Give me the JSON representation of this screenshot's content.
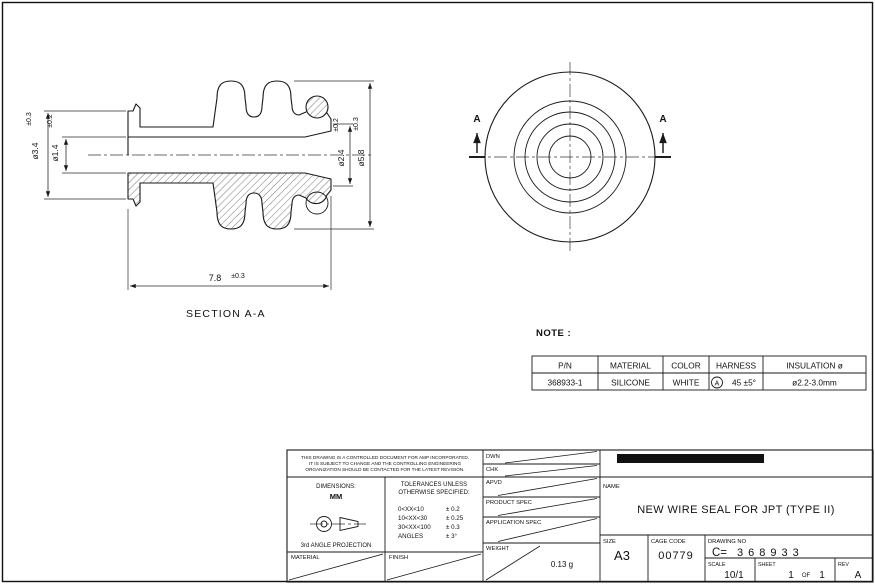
{
  "sheet": {
    "section": {
      "label": "SECTION A-A",
      "dims": {
        "flange_od": {
          "v": "ø3.4",
          "t": "±0.3"
        },
        "bore": {
          "v": "ø1.4",
          "t": "±0.2"
        },
        "neck_od": {
          "v": "ø2.4",
          "t": "±0.2"
        },
        "rib_od": {
          "v": "ø5.8",
          "t": "±0.3"
        },
        "length": {
          "v": "7.8",
          "t": "±0.3"
        }
      }
    },
    "end_view": {
      "cut_label": "A"
    },
    "note": {
      "label": "NOTE :",
      "table": {
        "headers": [
          "P/N",
          "MATERIAL",
          "COLOR",
          "HARNESS",
          "INSULATION ø"
        ],
        "row": {
          "pn": "368933-1",
          "material": "SILICONE",
          "color": "WHITE",
          "harness_symbol": "A",
          "harness": "45 ±5°",
          "insulation": "ø2.2-3.0mm"
        }
      }
    },
    "title_block": {
      "notice_lines": [
        "THIS DRAWING IS A CONTROLLED DOCUMENT FOR AMP INCORPORATED.",
        "IT IS SUBJECT TO CHANGE AND THE CONTROLLING ENGINEERING",
        "ORGANIZATION SHOULD BE CONTACTED FOR THE LATEST REVISION."
      ],
      "dimensions_label": "DIMENSIONS:",
      "dimensions_unit": "MM",
      "tolerances_title_1": "TOLERANCES UNLESS",
      "tolerances_title_2": "OTHERWISE SPECIFIED:",
      "tolerance_ranges": [
        "0<XX<10",
        "10<XX<30",
        "30<XX<100",
        "ANGLES"
      ],
      "tolerance_values": [
        "± 0.2",
        "± 0.25",
        "± 0.3",
        "± 3°"
      ],
      "projection_label": "3rd ANGLE PROJECTION",
      "material_label": "MATERIAL",
      "finish_label": "FINISH",
      "sig_rows": {
        "dwn": "DWN",
        "chk": "CHK",
        "apvd": "APVD",
        "product_spec": "PRODUCT SPEC",
        "application_spec": "APPLICATION SPEC",
        "weight_label": "WEIGHT",
        "weight_value": "0.13 g"
      },
      "name_label": "NAME",
      "name": "NEW WIRE SEAL FOR JPT (TYPE II)",
      "size_label": "SIZE",
      "size": "A3",
      "cage_label": "CAGE CODE",
      "cage": "00779",
      "drawing_no_label": "DRAWING NO",
      "drawing_no_prefix": "C=",
      "drawing_no": "368933",
      "scale_label": "SCALE",
      "scale": "10/1",
      "sheet_label": "SHEET",
      "sheet_no": "1",
      "of_label": "OF",
      "sheet_total": "1",
      "rev_label": "REV",
      "rev": "A"
    }
  }
}
